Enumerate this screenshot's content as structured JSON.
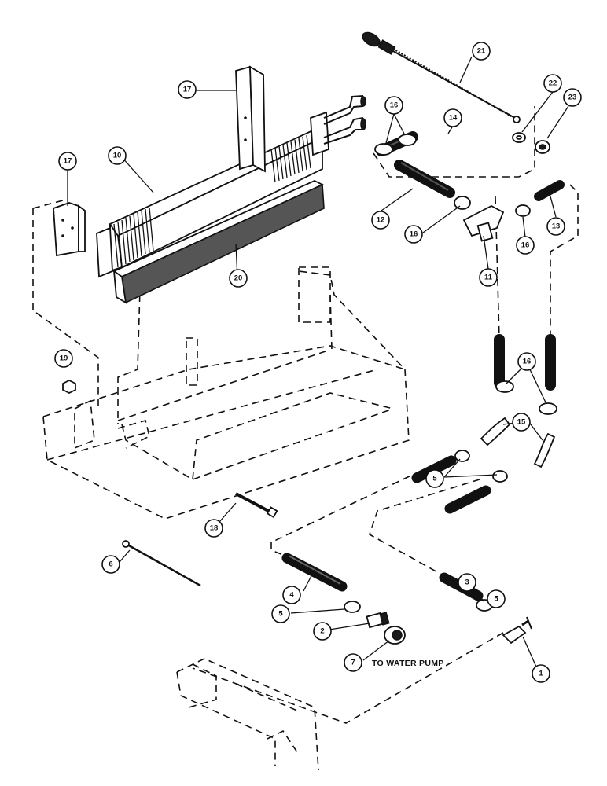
{
  "callouts": [
    "1",
    "2",
    "3",
    "4",
    "5",
    "5",
    "5",
    "6",
    "7",
    "10",
    "11",
    "12",
    "13",
    "14",
    "15",
    "16",
    "16",
    "16",
    "16",
    "17",
    "17",
    "18",
    "19",
    "20",
    "21",
    "22",
    "23"
  ],
  "caption": "TO WATER PUMP"
}
